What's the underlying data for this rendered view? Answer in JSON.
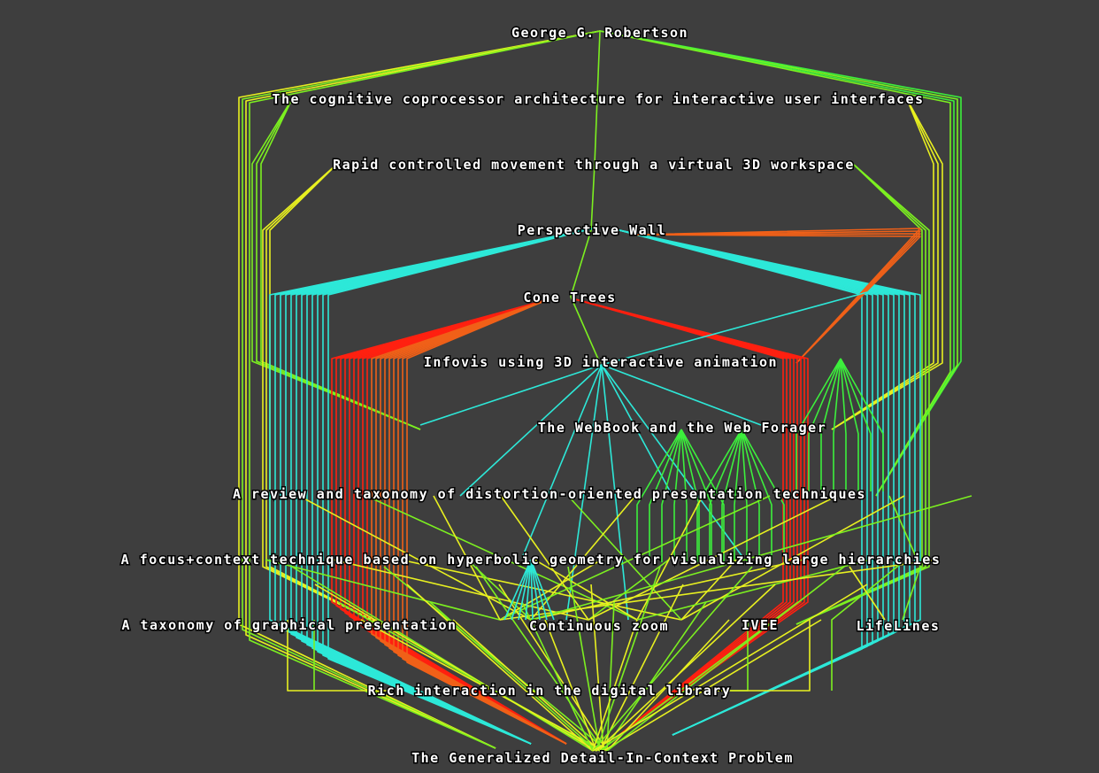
{
  "colors": {
    "background": "#3e3e3e",
    "cyan": "#2de8d8",
    "green": "#3cf03c",
    "lime": "#7cf020",
    "yellow": "#e8f020",
    "orange": "#f06018",
    "red": "#ff2010"
  },
  "nodes": [
    {
      "id": "robertson",
      "label": "George G. Robertson"
    },
    {
      "id": "cognitive",
      "label": "The cognitive coprocessor architecture for interactive user interfaces"
    },
    {
      "id": "rapid",
      "label": "Rapid controlled movement through a virtual 3D workspace"
    },
    {
      "id": "perspective",
      "label": "Perspective Wall"
    },
    {
      "id": "cone",
      "label": "Cone Trees"
    },
    {
      "id": "infovis",
      "label": "Infovis using 3D interactive animation"
    },
    {
      "id": "webbook",
      "label": "The WebBook and the Web Forager"
    },
    {
      "id": "review",
      "label": "A review and taxonomy of distortion-oriented presentation techniques"
    },
    {
      "id": "focus",
      "label": "A focus+context technique based on hyperbolic geometry for visualizing large hierarchies"
    },
    {
      "id": "taxonomy",
      "label": "A taxonomy of graphical presentation"
    },
    {
      "id": "zoom",
      "label": "Continuous zoom"
    },
    {
      "id": "ivee",
      "label": "IVEE"
    },
    {
      "id": "lifelines",
      "label": "LifeLines"
    },
    {
      "id": "rich",
      "label": "Rich interaction in the digital library"
    },
    {
      "id": "generalized",
      "label": "The Generalized Detail-In-Context Problem"
    }
  ]
}
